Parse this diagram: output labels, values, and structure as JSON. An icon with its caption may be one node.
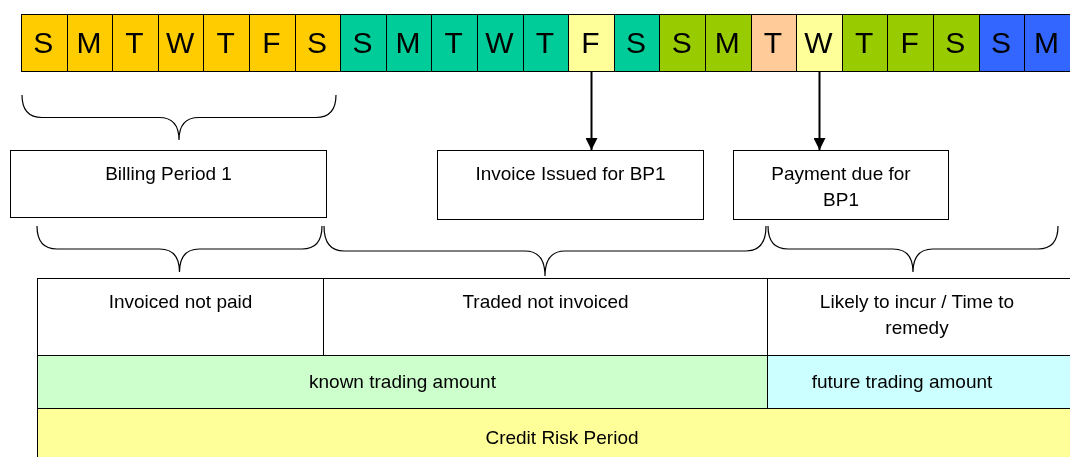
{
  "diagram": {
    "nodes": [
      {
        "text": [
          "S"
        ]
      },
      {
        "text": [
          "M"
        ]
      },
      {
        "text": [
          "T"
        ]
      },
      {
        "text": [
          "W"
        ]
      },
      {
        "text": [
          "T"
        ]
      },
      {
        "text": [
          "F"
        ]
      },
      {
        "text": [
          "S"
        ]
      },
      {
        "text": [
          "S"
        ]
      },
      {
        "text": [
          "M"
        ]
      },
      {
        "text": [
          "T"
        ]
      },
      {
        "text": [
          "W"
        ]
      },
      {
        "text": [
          "T"
        ]
      },
      {
        "text": [
          "F"
        ]
      },
      {
        "text": [
          "S"
        ]
      },
      {
        "text": [
          "S"
        ]
      },
      {
        "text": [
          "M"
        ]
      },
      {
        "text": [
          "T"
        ]
      },
      {
        "text": [
          "W"
        ]
      },
      {
        "text": [
          "T"
        ]
      },
      {
        "text": [
          "F"
        ]
      },
      {
        "text": [
          "S"
        ]
      },
      {
        "text": [
          "S"
        ]
      },
      {
        "text": [
          "M"
        ]
      },
      {
        "text": [
          "Billing Period 1"
        ]
      },
      {
        "text": [
          "Invoice Issued for BP1"
        ]
      },
      {
        "text": [
          "Payment due for BP1"
        ]
      },
      {
        "text": [
          "Invoiced not paid"
        ]
      },
      {
        "text": [
          "Traded not invoiced"
        ]
      },
      {
        "text": [
          "Likely to incur / Time to remedy"
        ]
      },
      {
        "text": [
          "known trading amount"
        ]
      },
      {
        "text": [
          "future trading amount"
        ]
      },
      {
        "text": [
          "Credit Risk Period"
        ]
      }
    ],
    "edges": [
      {
        "from": 12,
        "to": 24,
        "arrow": "to"
      },
      {
        "from": 17,
        "to": 25,
        "arrow": "to"
      }
    ]
  }
}
